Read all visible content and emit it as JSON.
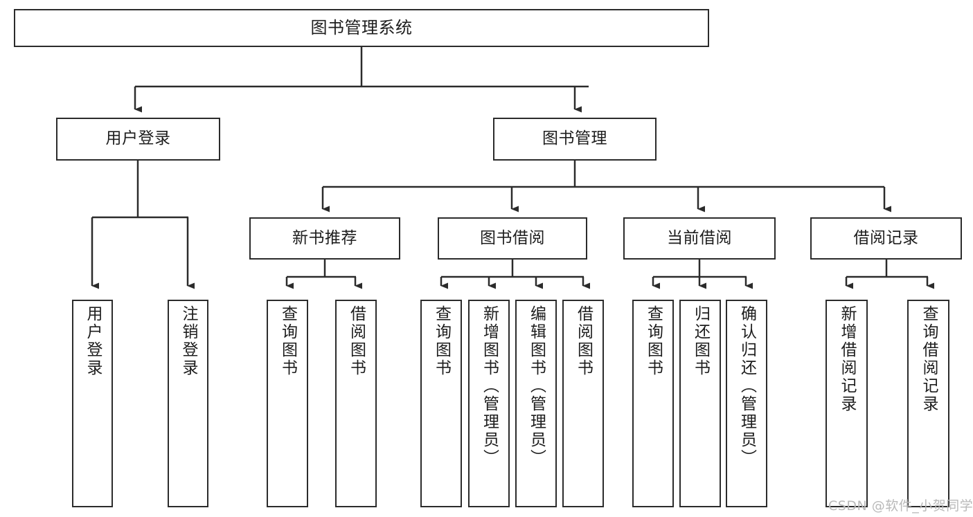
{
  "diagram": {
    "title": "图书管理系统",
    "type": "tree-hierarchy-diagram",
    "watermark": "CSDN @软件_小贺同学",
    "colors": {
      "stroke": "#2b2b2b",
      "fill": "#ffffff",
      "text": "#1d1d1d",
      "watermark": "#b9b9b9"
    },
    "nodes": {
      "root": {
        "label": "图书管理系统"
      },
      "level2": [
        {
          "label": "用户登录"
        },
        {
          "label": "图书管理"
        }
      ],
      "level3": [
        {
          "label": "新书推荐"
        },
        {
          "label": "图书借阅"
        },
        {
          "label": "当前借阅"
        },
        {
          "label": "借阅记录"
        }
      ],
      "leaves": {
        "user_login": [
          {
            "label": "用户登录"
          },
          {
            "label": "注销登录"
          }
        ],
        "new_book_recommend": [
          {
            "label": "查询图书"
          },
          {
            "label": "借阅图书"
          }
        ],
        "book_borrow": [
          {
            "label": "查询图书"
          },
          {
            "label": "新增图书（管理员）"
          },
          {
            "label": "编辑图书（管理员）"
          },
          {
            "label": "借阅图书"
          }
        ],
        "current_borrow": [
          {
            "label": "查询图书"
          },
          {
            "label": "归还图书"
          },
          {
            "label": "确认归还（管理员）"
          }
        ],
        "borrow_record": [
          {
            "label": "新增借阅记录"
          },
          {
            "label": "查询借阅记录"
          }
        ]
      }
    }
  }
}
